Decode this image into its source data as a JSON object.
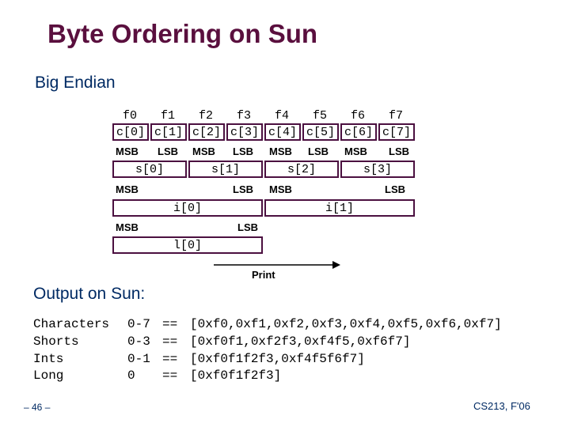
{
  "title": "Byte Ordering on Sun",
  "subtitle": "Big Endian",
  "addresses": [
    "f0",
    "f1",
    "f2",
    "f3",
    "f4",
    "f5",
    "f6",
    "f7"
  ],
  "chars": [
    "c[0]",
    "c[1]",
    "c[2]",
    "c[3]",
    "c[4]",
    "c[5]",
    "c[6]",
    "c[7]"
  ],
  "msb": "MSB",
  "lsb": "LSB",
  "shorts": [
    "s[0]",
    "s[1]",
    "s[2]",
    "s[3]"
  ],
  "ints": [
    "i[0]",
    "i[1]"
  ],
  "longs": [
    "l[0]"
  ],
  "print_label": "Print",
  "output_title": "Output on Sun:",
  "output_rows": [
    {
      "type": "Characters",
      "range": "0-7",
      "eq": "==",
      "value": "[0xf0,0xf1,0xf2,0xf3,0xf4,0xf5,0xf6,0xf7]"
    },
    {
      "type": "Shorts",
      "range": "0-3",
      "eq": "==",
      "value": "[0xf0f1,0xf2f3,0xf4f5,0xf6f7]"
    },
    {
      "type": "Ints",
      "range": "0-1",
      "eq": "==",
      "value": "[0xf0f1f2f3,0xf4f5f6f7]"
    },
    {
      "type": "Long",
      "range": "0",
      "eq": "==",
      "value": "[0xf0f1f2f3]"
    }
  ],
  "page_number": "– 46 –",
  "course": "CS213, F'06",
  "colors": {
    "title": "#5a0f3e",
    "subtitle": "#002a63",
    "box_border": "#4b1040"
  }
}
